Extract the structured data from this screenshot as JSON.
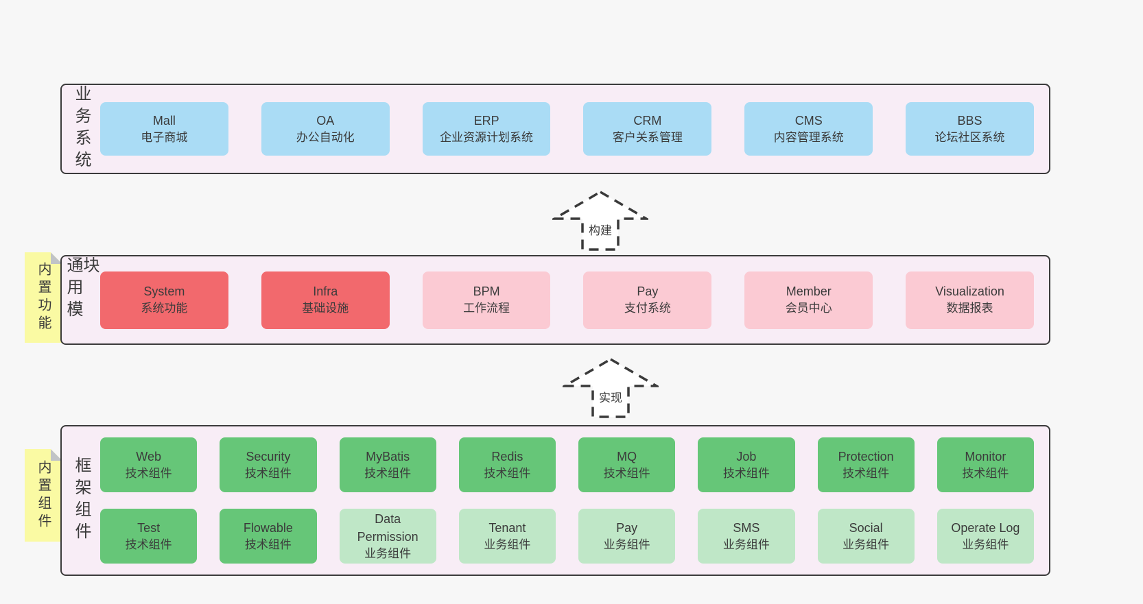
{
  "colors": {
    "pageBg": "#f7f7f7",
    "panelBg": "#f8edf6",
    "panelBorder": "#3b3b3b",
    "blue": "#aadcf5",
    "red": "#f2696d",
    "pink": "#fbcad3",
    "green": "#66c678",
    "lightgreen": "#bfe7c7",
    "tabYellow": "#fafaa3",
    "text": "#3b3b3b"
  },
  "business": {
    "label": "业务系统",
    "boxes": [
      {
        "title": "Mall",
        "subtitle": "电子商城",
        "variant": "blue"
      },
      {
        "title": "OA",
        "subtitle": "办公自动化",
        "variant": "blue"
      },
      {
        "title": "ERP",
        "subtitle": "企业资源计划系统",
        "variant": "blue"
      },
      {
        "title": "CRM",
        "subtitle": "客户关系管理",
        "variant": "blue"
      },
      {
        "title": "CMS",
        "subtitle": "内容管理系统",
        "variant": "blue"
      },
      {
        "title": "BBS",
        "subtitle": "论坛社区系统",
        "variant": "blue"
      }
    ]
  },
  "modules": {
    "label": "通用模块",
    "tab": "内置功能",
    "boxes": [
      {
        "title": "System",
        "subtitle": "系统功能",
        "variant": "red"
      },
      {
        "title": "Infra",
        "subtitle": "基础设施",
        "variant": "red"
      },
      {
        "title": "BPM",
        "subtitle": "工作流程",
        "variant": "pink"
      },
      {
        "title": "Pay",
        "subtitle": "支付系统",
        "variant": "pink"
      },
      {
        "title": "Member",
        "subtitle": "会员中心",
        "variant": "pink"
      },
      {
        "title": "Visualization",
        "subtitle": "数据报表",
        "variant": "pink"
      }
    ]
  },
  "framework": {
    "label": "框架组件",
    "tab": "内置组件",
    "row1": [
      {
        "title": "Web",
        "subtitle": "技术组件",
        "variant": "green"
      },
      {
        "title": "Security",
        "subtitle": "技术组件",
        "variant": "green"
      },
      {
        "title": "MyBatis",
        "subtitle": "技术组件",
        "variant": "green"
      },
      {
        "title": "Redis",
        "subtitle": "技术组件",
        "variant": "green"
      },
      {
        "title": "MQ",
        "subtitle": "技术组件",
        "variant": "green"
      },
      {
        "title": "Job",
        "subtitle": "技术组件",
        "variant": "green"
      },
      {
        "title": "Protection",
        "subtitle": "技术组件",
        "variant": "green"
      },
      {
        "title": "Monitor",
        "subtitle": "技术组件",
        "variant": "green"
      }
    ],
    "row2": [
      {
        "title": "Test",
        "subtitle": "技术组件",
        "variant": "green"
      },
      {
        "title": "Flowable",
        "subtitle": "技术组件",
        "variant": "green"
      },
      {
        "title": "Data Permission",
        "subtitle": "业务组件",
        "variant": "lightgreen"
      },
      {
        "title": "Tenant",
        "subtitle": "业务组件",
        "variant": "lightgreen"
      },
      {
        "title": "Pay",
        "subtitle": "业务组件",
        "variant": "lightgreen"
      },
      {
        "title": "SMS",
        "subtitle": "业务组件",
        "variant": "lightgreen"
      },
      {
        "title": "Social",
        "subtitle": "业务组件",
        "variant": "lightgreen"
      },
      {
        "title": "Operate Log",
        "subtitle": "业务组件",
        "variant": "lightgreen"
      }
    ]
  },
  "arrows": {
    "build": "构建",
    "implement": "实现"
  }
}
